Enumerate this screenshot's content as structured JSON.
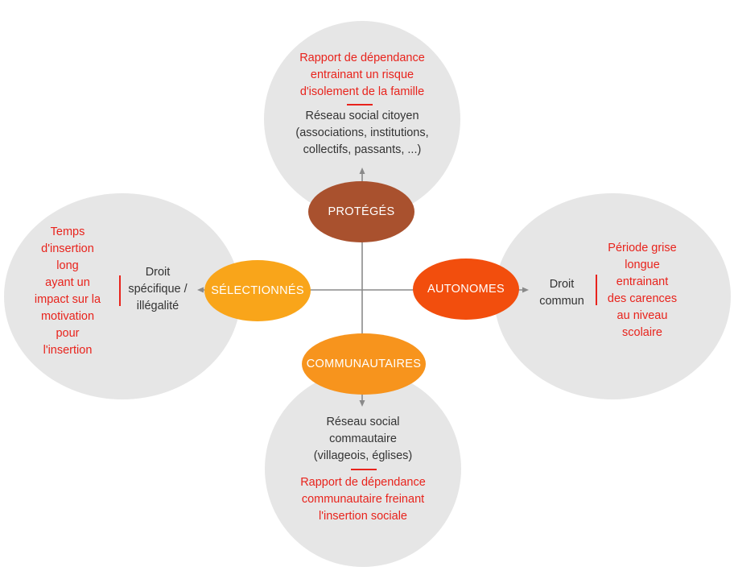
{
  "colors": {
    "circle_bg": "#e6e6e6",
    "protege": "#a9512e",
    "selectionnes": "#f9a51a",
    "autonomes": "#f24e0d",
    "communautaires": "#f7941d",
    "red_text": "#e8231c",
    "dark_text": "#333333",
    "axis": "#8a8a8a"
  },
  "nodes": {
    "proteges": "PROTÉGÉS",
    "selectionnes": "SÉLECTIONNÉS",
    "autonomes": "AUTONOMES",
    "communautaires": "COMMUNAUTAIRES"
  },
  "top": {
    "risk": [
      "Rapport de dépendance",
      "entrainant un risque",
      "d'isolement de la famille"
    ],
    "network": [
      "Réseau social citoyen",
      "(associations, institutions,",
      "collectifs, passants, ...)"
    ]
  },
  "left": {
    "risk": [
      "Temps",
      "d'insertion",
      "long",
      "ayant un",
      "impact sur la",
      "motivation",
      "pour",
      "l'insertion"
    ],
    "right": [
      "Droit",
      "spécifique /",
      "illégalité"
    ]
  },
  "right": {
    "left": [
      "Droit",
      "commun"
    ],
    "risk": [
      "Période grise",
      "longue",
      "entrainant",
      "des carences",
      "au niveau",
      "scolaire"
    ]
  },
  "bottom": {
    "network": [
      "Réseau social",
      "commautaire",
      "(villageois, églises)"
    ],
    "risk": [
      "Rapport de dépendance",
      "communautaire freinant",
      "l'insertion sociale"
    ]
  }
}
